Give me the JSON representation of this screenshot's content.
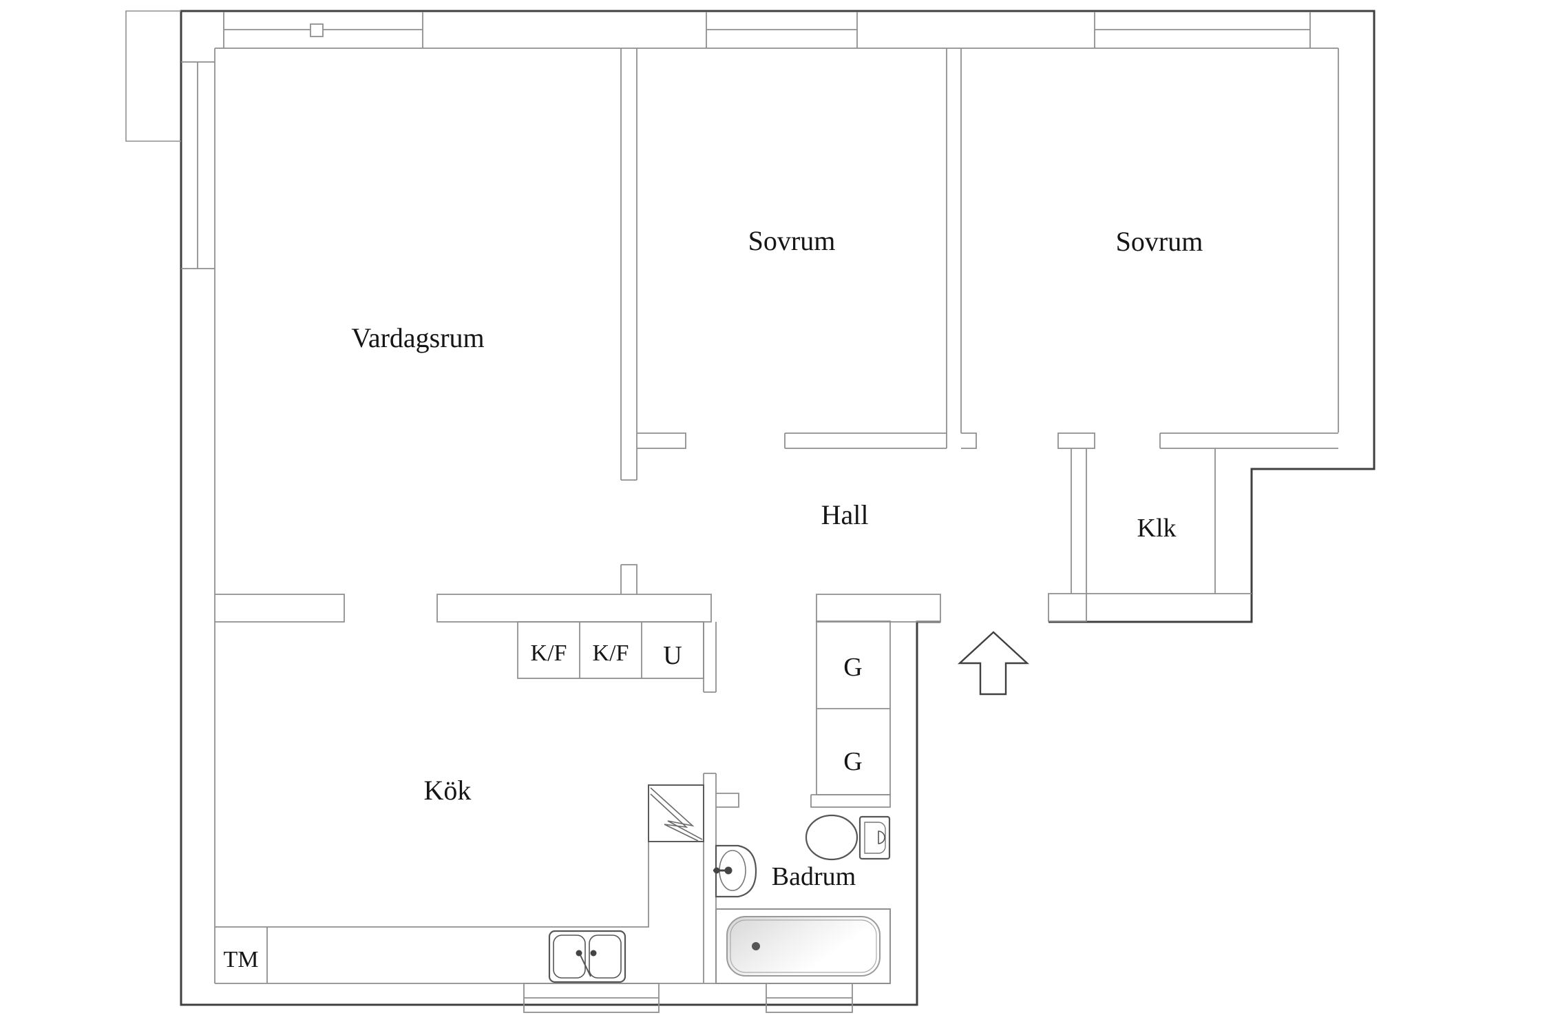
{
  "plan": {
    "title": "apartment-floor-plan",
    "rooms": {
      "living": "Vardagsrum",
      "bedroom1": "Sovrum",
      "bedroom2": "Sovrum",
      "hall": "Hall",
      "closet": "Klk",
      "kitchen": "Kök",
      "bathroom": "Badrum"
    },
    "fixtures": {
      "fridge_freezer_1": "K/F",
      "fridge_freezer_2": "K/F",
      "oven_unit": "U",
      "wardrobe_1": "G",
      "wardrobe_2": "G",
      "washing_machine": "TM"
    },
    "icons": {
      "entrance_arrow": "entry-direction-arrow",
      "shaft": "duct-shaft-zigzag",
      "toilet": "toilet-icon",
      "bathtub": "bathtub-icon",
      "washbasin": "washbasin-icon",
      "kitchen_sink": "double-sink-icon"
    },
    "colors": {
      "wall_dark": "#3f3f3f",
      "wall_light": "#8f8f8f",
      "fixture": "#5a5a5a",
      "text": "#151515",
      "tub_shade": "#d9d9d9"
    }
  }
}
